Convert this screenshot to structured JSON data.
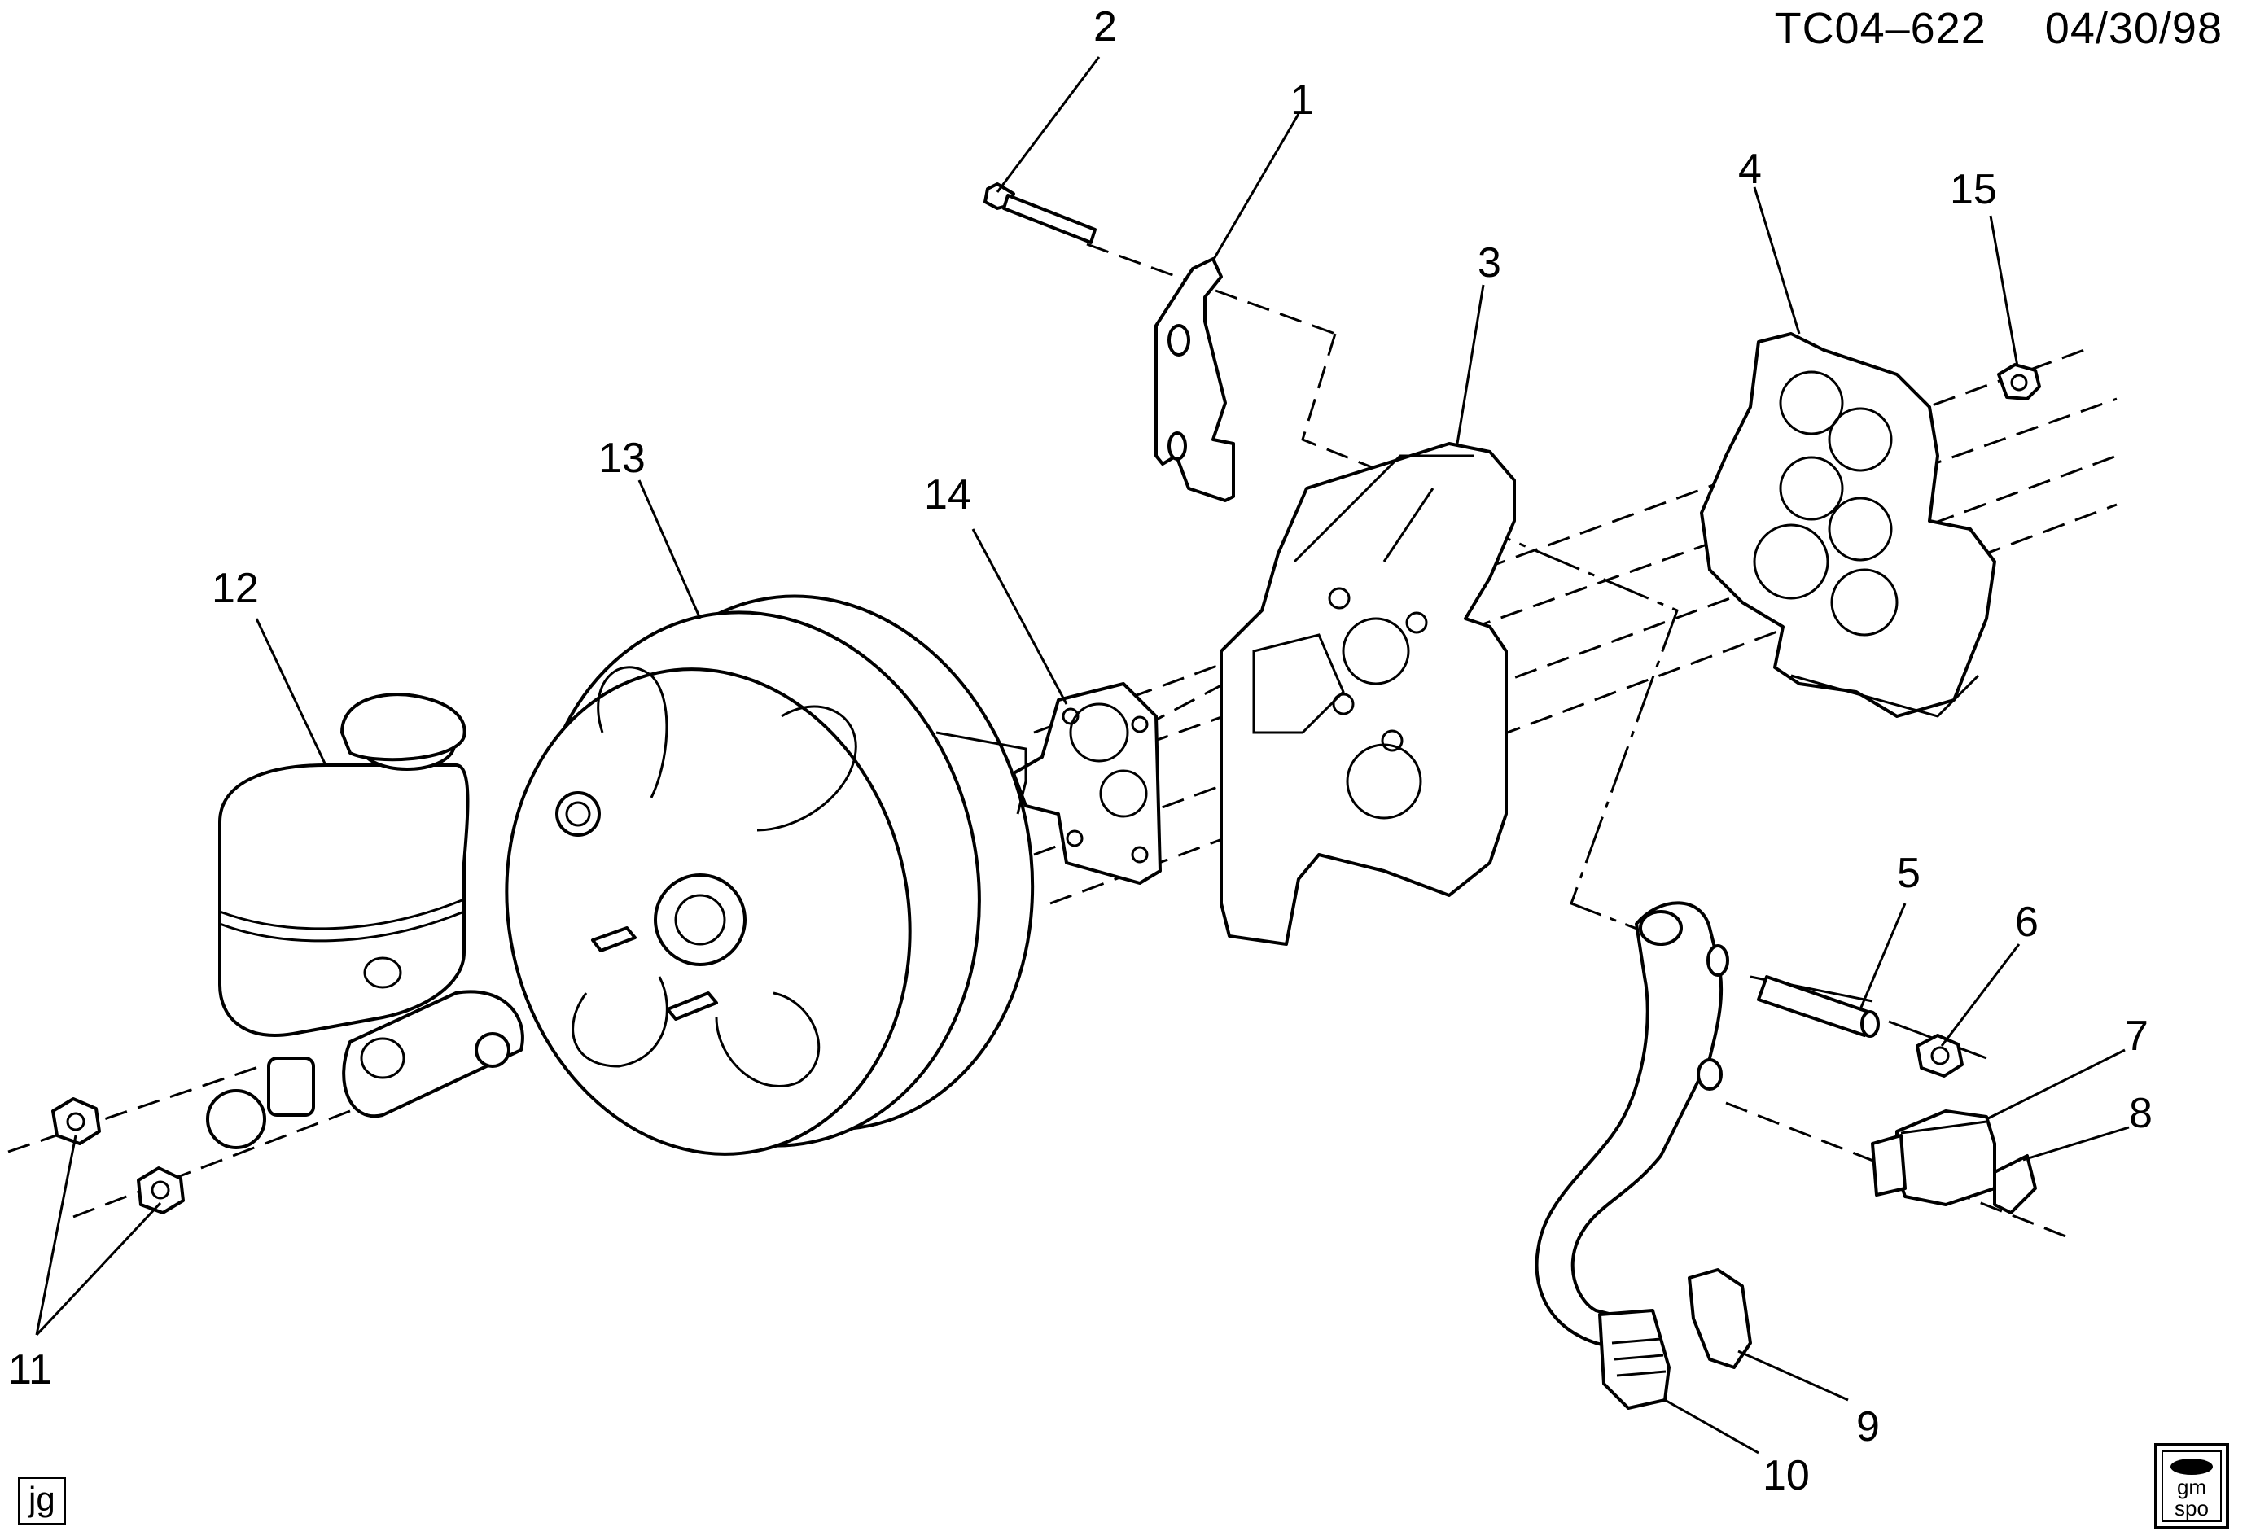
{
  "header": {
    "code": "TC04–622",
    "date": "04/30/98"
  },
  "corner_tag": "jg",
  "logo": {
    "line1": "gm",
    "line2": "spo"
  },
  "callouts": [
    {
      "id": "c1",
      "label": "1"
    },
    {
      "id": "c2",
      "label": "2"
    },
    {
      "id": "c3",
      "label": "3"
    },
    {
      "id": "c4",
      "label": "4"
    },
    {
      "id": "c5",
      "label": "5"
    },
    {
      "id": "c6",
      "label": "6"
    },
    {
      "id": "c7",
      "label": "7"
    },
    {
      "id": "c8",
      "label": "8"
    },
    {
      "id": "c9",
      "label": "9"
    },
    {
      "id": "c10",
      "label": "10"
    },
    {
      "id": "c11",
      "label": "11"
    },
    {
      "id": "c12",
      "label": "12"
    },
    {
      "id": "c13",
      "label": "13"
    },
    {
      "id": "c14",
      "label": "14"
    },
    {
      "id": "c15",
      "label": "15"
    }
  ]
}
